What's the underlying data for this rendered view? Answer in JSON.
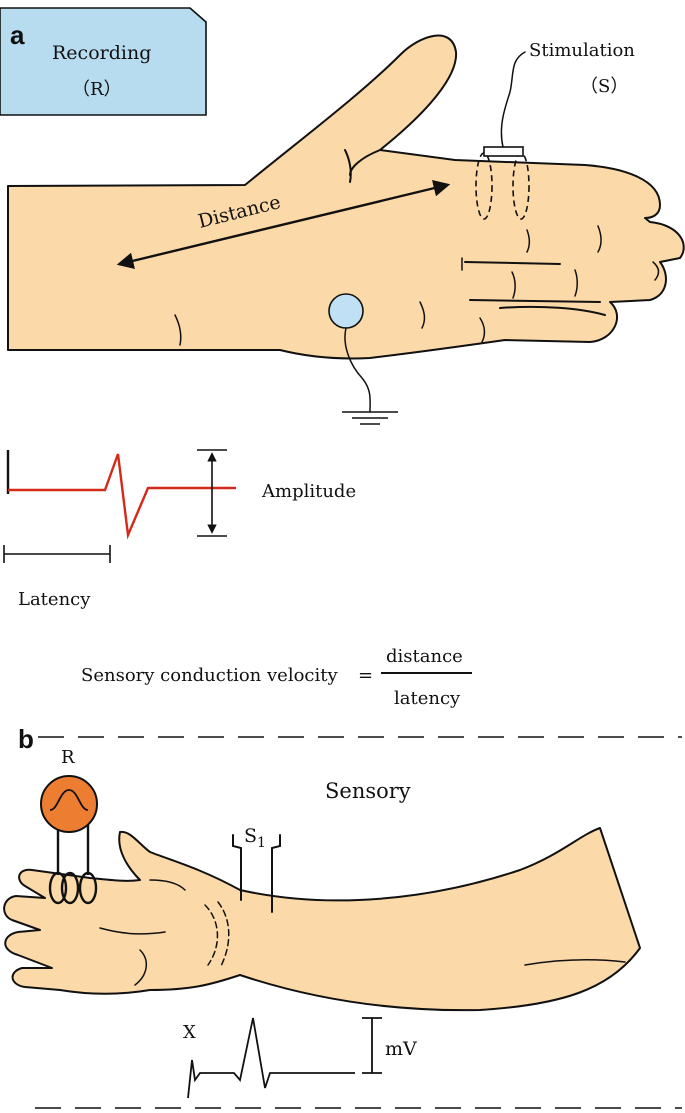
{
  "panel_a": {
    "label": "a",
    "recording_box": {
      "line1": "Recording",
      "line2": "（R）"
    },
    "stimulation": {
      "line1": "Stimulation",
      "line2": "（S）"
    },
    "distance_label": "Distance",
    "amplitude_label": "Amplitude",
    "latency_label": "Latency",
    "formula": {
      "lhs": "Sensory conduction velocity",
      "equals": "=",
      "numerator": "distance",
      "denominator": "latency"
    }
  },
  "panel_b": {
    "label": "b",
    "recording_label": "R",
    "title": "Sensory",
    "stim_label": "S",
    "stim_subscript": "1",
    "x_label": "X",
    "unit_label": "mV"
  },
  "colors": {
    "skin": "#fcd9a8",
    "recording_box": "#b8dcef",
    "ground_electrode": "#bfe0f5",
    "waveform_red": "#d42a1a",
    "recording_disc": "#ec7d31"
  }
}
